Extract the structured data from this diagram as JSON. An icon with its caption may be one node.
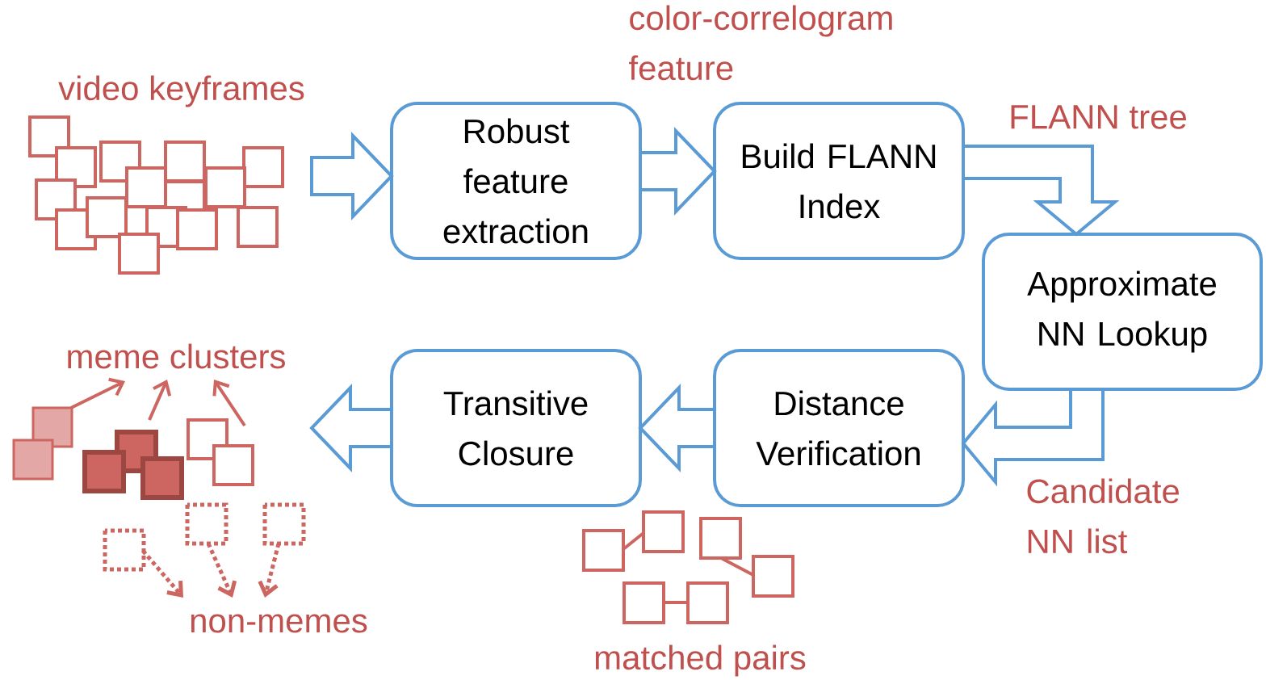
{
  "diagram": {
    "nodes": [
      {
        "text": [
          "Robust feature extraction"
        ]
      },
      {
        "text": [
          "Build FLANN Index"
        ]
      },
      {
        "text": [
          "Approximate NN Lookup"
        ]
      },
      {
        "text": [
          "Distance Verification"
        ]
      },
      {
        "text": [
          "Transitive Closure"
        ]
      },
      {
        "text": [],
        "shape": "picture"
      },
      {
        "text": [],
        "shape": "picture"
      }
    ],
    "edges": [
      {
        "from": 5,
        "to": 0,
        "arrow": "to"
      },
      {
        "from": 0,
        "to": 1,
        "arrow": "to",
        "label": "color-correlogram feature"
      },
      {
        "from": 1,
        "to": 2,
        "arrow": "to",
        "label": "FLANN tree"
      },
      {
        "from": 2,
        "to": 3,
        "arrow": "to",
        "label": "Candidate NN list"
      },
      {
        "from": 3,
        "to": 4,
        "arrow": "to"
      },
      {
        "from": 4,
        "to": 6,
        "arrow": "to"
      }
    ],
    "labels": [
      "video keyframes",
      "meme clusters",
      "non-memes",
      "matched pairs"
    ]
  }
}
